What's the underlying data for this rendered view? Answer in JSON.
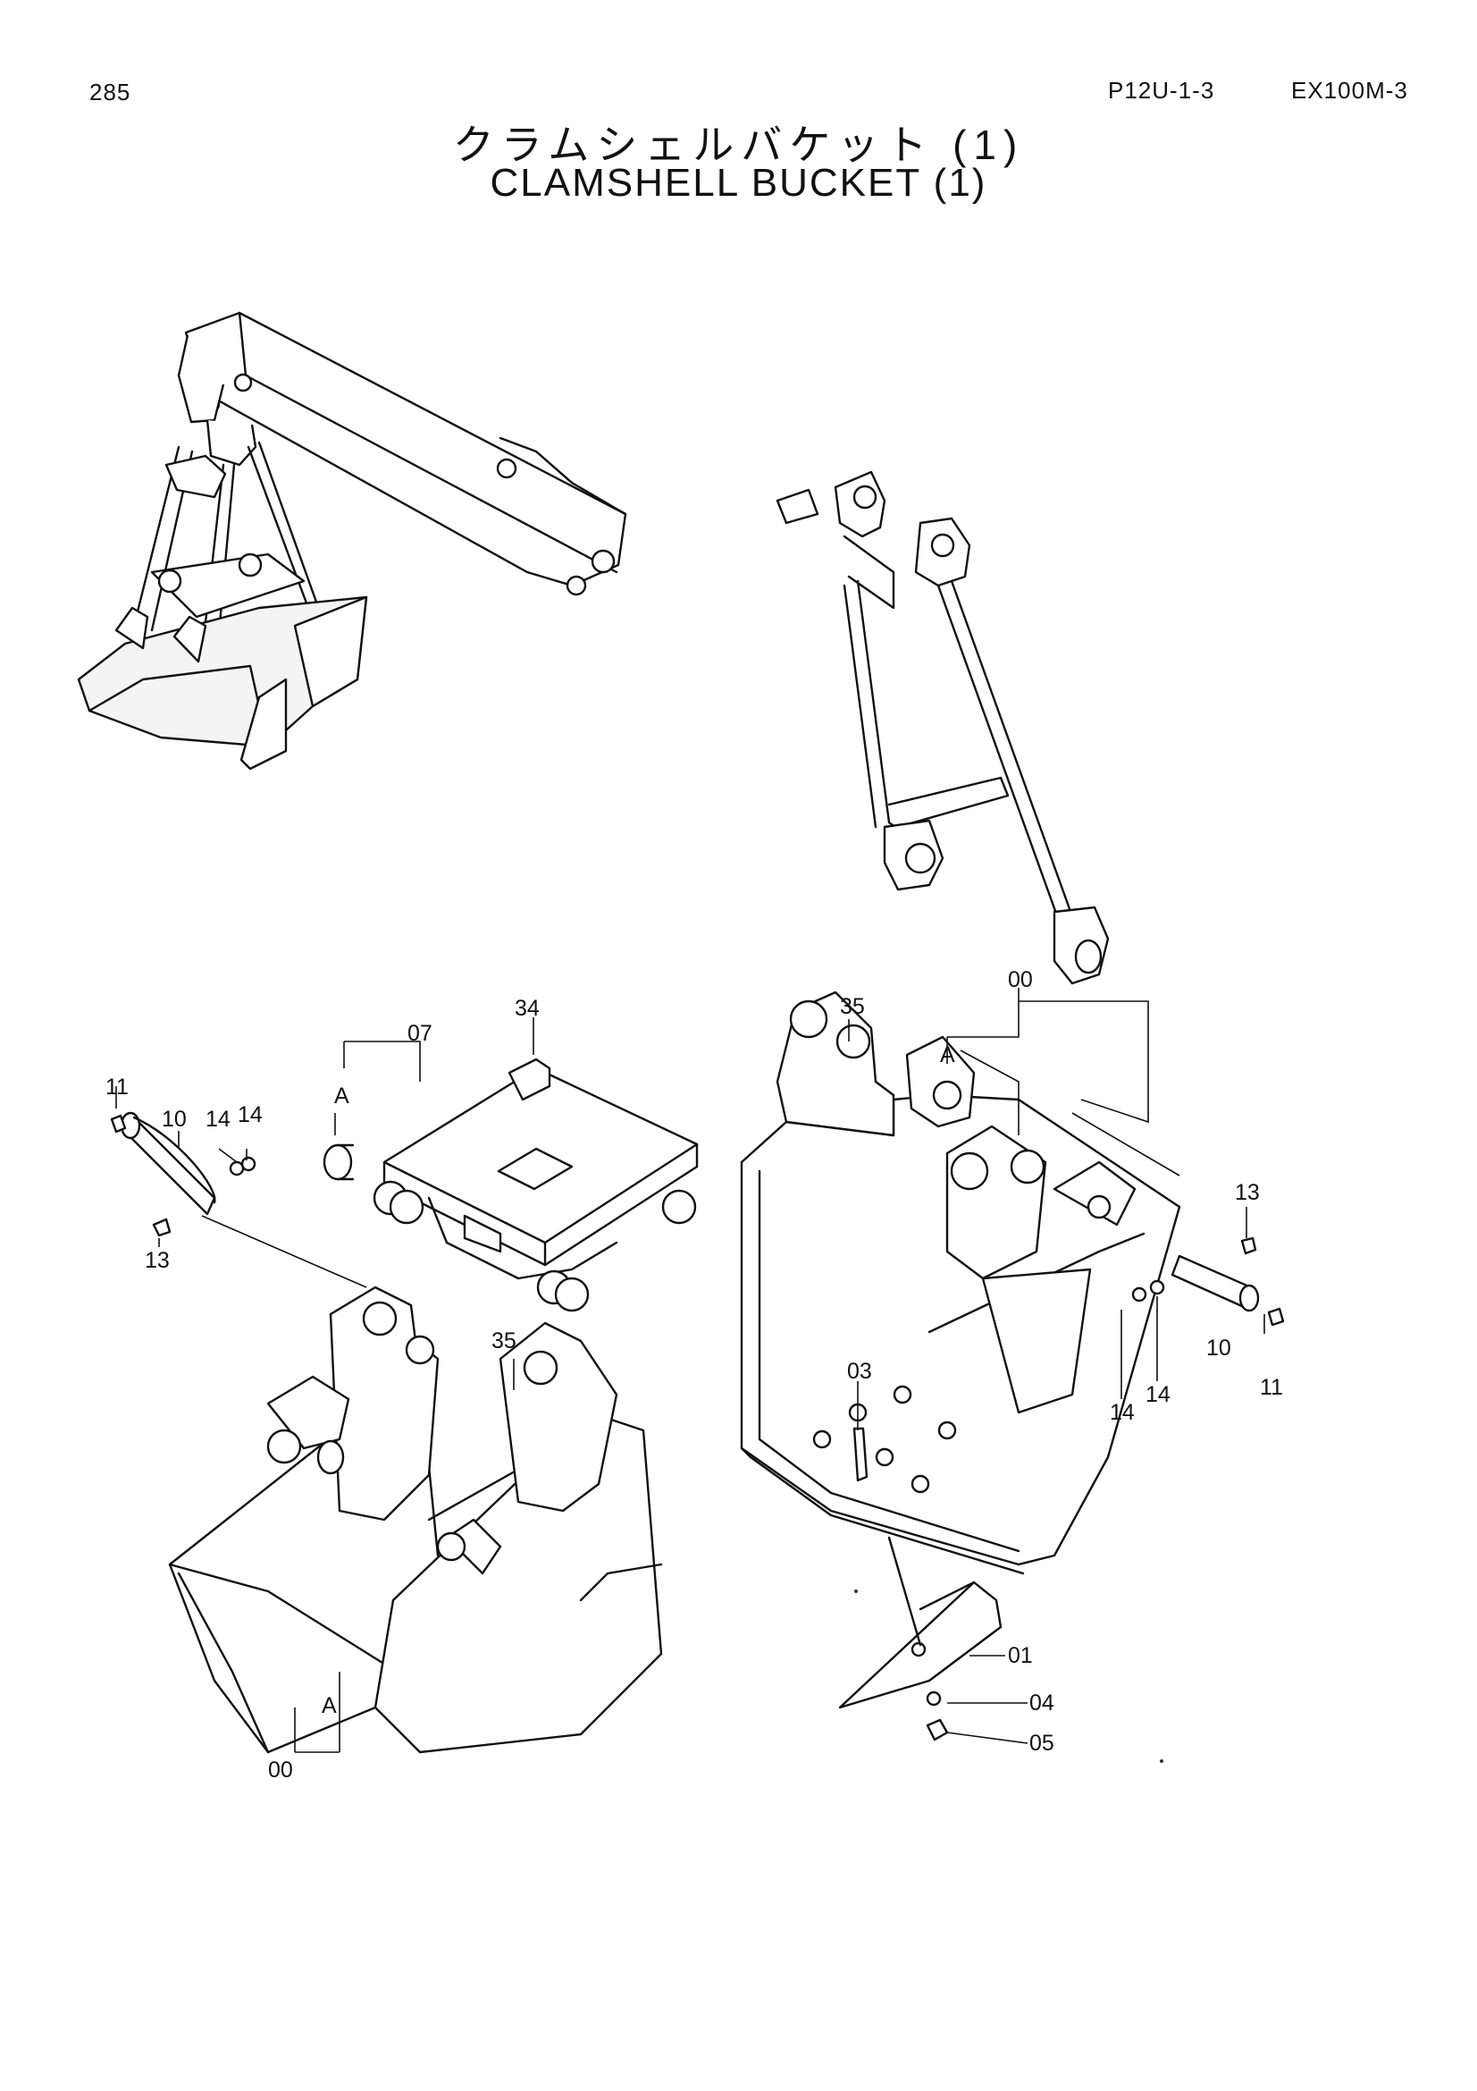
{
  "header": {
    "page_number": "285",
    "reference_code": "P12U-1-3",
    "model": "EX100M-3"
  },
  "title": {
    "japanese": "クラムシェルバケット (1)",
    "english": "CLAMSHELL  BUCKET  (1)"
  },
  "callouts": {
    "c11_left": "11",
    "c10_left": "10",
    "c14_left_a": "14",
    "c14_left_b": "14",
    "c13_left": "13",
    "c07": "07",
    "c34": "34",
    "cA_top_left": "A",
    "c35_right": "35",
    "c00_right": "00",
    "cA_right": "A",
    "c13_right": "13",
    "c10_right": "10",
    "c11_right": "11",
    "c14_right_a": "14",
    "c14_right_b": "14",
    "c03": "03",
    "c35_left": "35",
    "cA_bottom_left": "A",
    "c00_left": "00",
    "c01": "01",
    "c04": "04",
    "c05": "05"
  }
}
